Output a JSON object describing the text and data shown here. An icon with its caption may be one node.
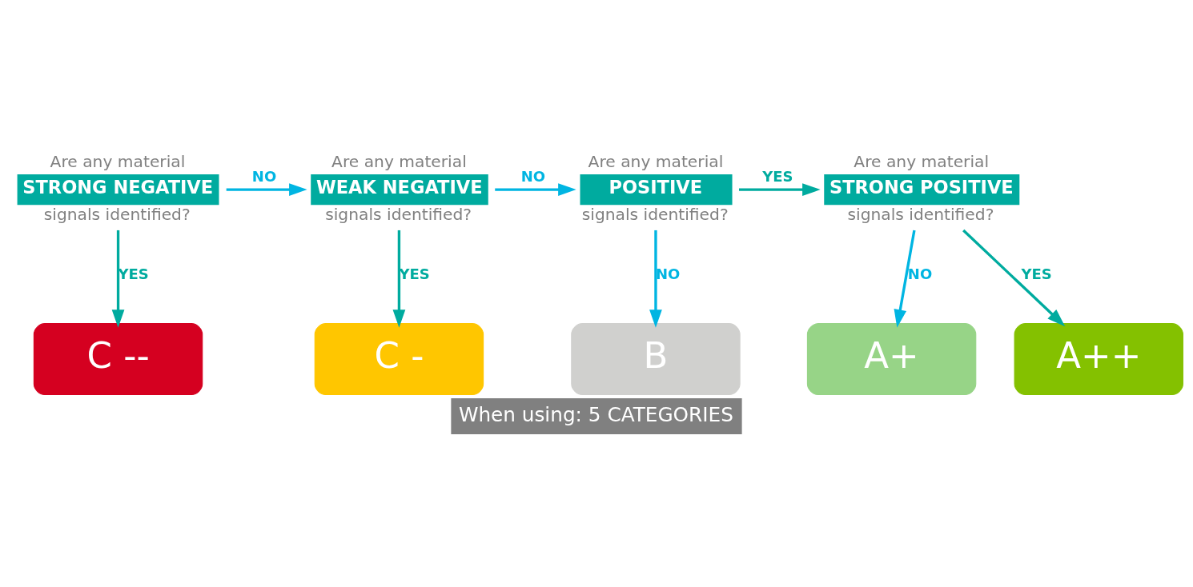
{
  "diagram": {
    "caption": "When using: 5 CATEGORIES",
    "nodes": [
      {
        "text": [
          "Are any material",
          "STRONG NEGATIVE",
          "signals identified?"
        ]
      },
      {
        "text": [
          "Are any material",
          "WEAK NEGATIVE",
          "signals identified?"
        ]
      },
      {
        "text": [
          "Are any material",
          "POSITIVE",
          "signals identified?"
        ]
      },
      {
        "text": [
          "Are any material",
          "STRONG POSITIVE",
          "signals identified?"
        ]
      },
      {
        "text": [
          "C --"
        ]
      },
      {
        "text": [
          "C -"
        ]
      },
      {
        "text": [
          "B"
        ]
      },
      {
        "text": [
          "A+"
        ]
      },
      {
        "text": [
          "A++"
        ]
      }
    ],
    "edges": [
      {
        "from": 0,
        "to": 1,
        "arrow": "to",
        "label": "NO",
        "color": "#00b5e2"
      },
      {
        "from": 1,
        "to": 2,
        "arrow": "to",
        "label": "NO",
        "color": "#00b5e2"
      },
      {
        "from": 2,
        "to": 3,
        "arrow": "to",
        "label": "YES"
      },
      {
        "from": 0,
        "to": 4,
        "arrow": "to",
        "label": "YES"
      },
      {
        "from": 1,
        "to": 5,
        "arrow": "to",
        "label": "YES"
      },
      {
        "from": 2,
        "to": 6,
        "arrow": "to",
        "label": "NO",
        "color": "#00b5e2"
      },
      {
        "from": 3,
        "to": 7,
        "arrow": "to",
        "label": "NO",
        "color": "#00b5e2"
      },
      {
        "from": 3,
        "to": 8,
        "arrow": "to",
        "label": "YES"
      }
    ]
  }
}
